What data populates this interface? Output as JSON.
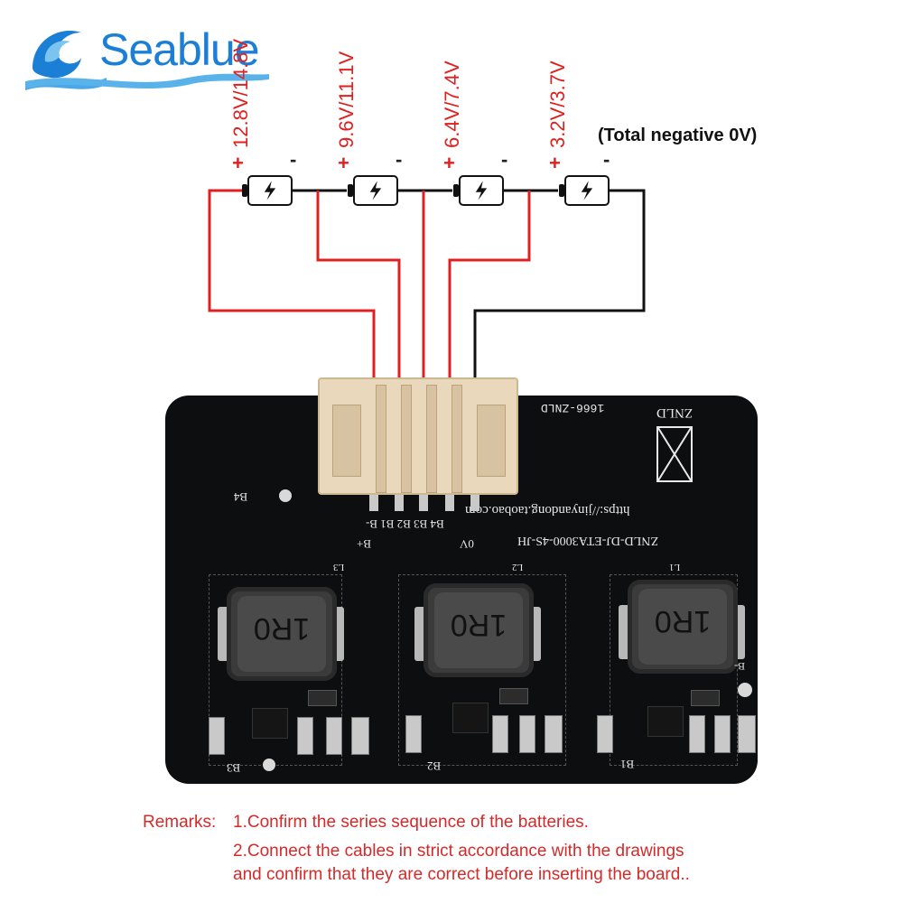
{
  "brand": {
    "name": "Seablue"
  },
  "voltage_labels": [
    {
      "text": "12.8V/14.8V"
    },
    {
      "text": "9.6V/11.1V"
    },
    {
      "text": "6.4V/7.4V"
    },
    {
      "text": "3.2V/3.7V"
    }
  ],
  "signs": {
    "plus": "+",
    "minus": "-"
  },
  "negative_note": "(Total negative 0V)",
  "board": {
    "header_code": "1666-ZNLD",
    "logo_text": "ZNLD",
    "url": "https://jinyandong.taobao.com",
    "model": "ZNLD-DJ-ETA3000-4S-JH",
    "pin_labels": "B4 B3 B2 B1 B-",
    "bplus": "B+",
    "zero_v": "0V",
    "b4_mark": "B4",
    "inductor_marking": "1R0",
    "l_labels": [
      "L3",
      "L2",
      "L1"
    ],
    "b_labels": [
      "B3",
      "B2",
      "B1"
    ],
    "bminus": "B-"
  },
  "remarks": {
    "prefix": "Remarks:",
    "line1": "1.Confirm the series sequence of the batteries.",
    "line2": "2.Connect the cables in strict accordance with the drawings",
    "line3": "and confirm that they are correct before inserting the board.."
  },
  "colors": {
    "positive_wire": "#e02020",
    "negative_wire": "#111111",
    "brand_blue": "#1c7fd6",
    "board": "#0d0e10"
  }
}
